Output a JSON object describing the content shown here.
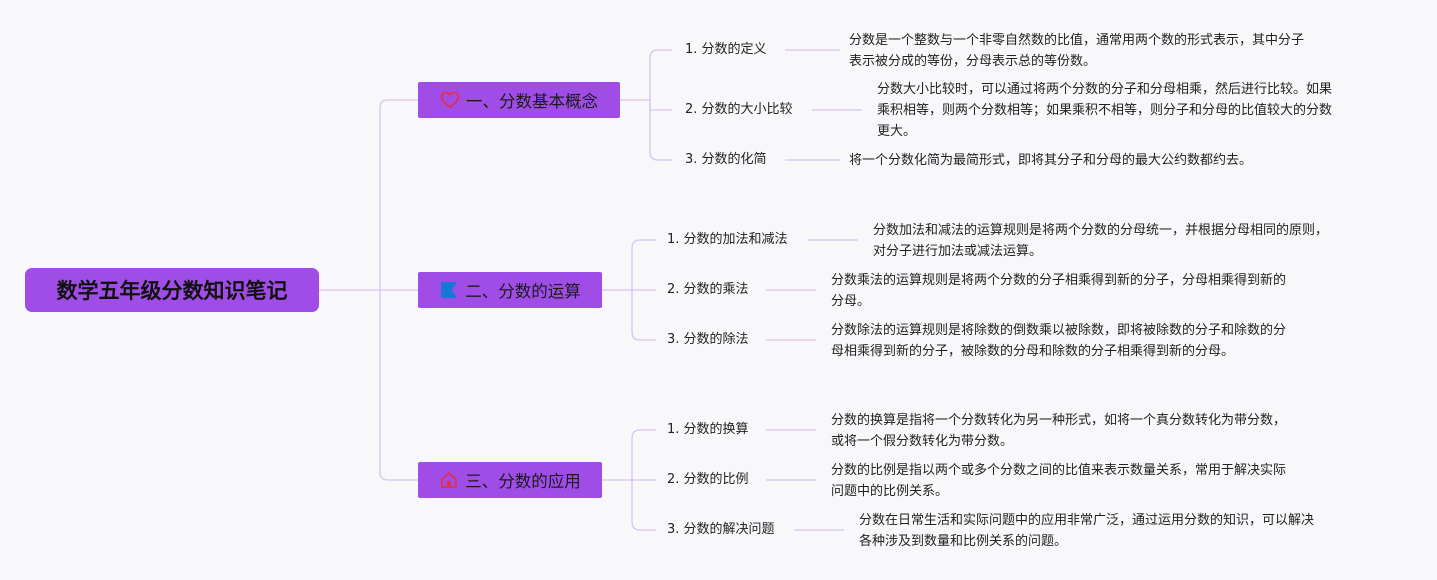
{
  "root": {
    "title": "数学五年级分数知识笔记"
  },
  "colors": {
    "node_fill": "#a04de8",
    "line": "#d7c4ef",
    "heart_icon": "#e0304a",
    "flag_icon": "#1778d8",
    "house_icon": "#e0304a"
  },
  "branches": [
    {
      "label": "一、分数基本概念",
      "icon": "heart-icon",
      "items": [
        {
          "label": "1. 分数的定义",
          "desc": "分数是一个整数与一个非零自然数的比值，通常用两个数的形式表示，其中分子\n表示被分成的等份，分母表示总的等份数。"
        },
        {
          "label": "2. 分数的大小比较",
          "desc": "分数大小比较时，可以通过将两个分数的分子和分母相乘，然后进行比较。如果\n乘积相等，则两个分数相等；如果乘积不相等，则分子和分母的比值较大的分数\n更大。"
        },
        {
          "label": "3. 分数的化简",
          "desc": "将一个分数化简为最简形式，即将其分子和分母的最大公约数都约去。"
        }
      ]
    },
    {
      "label": "二、分数的运算",
      "icon": "flag-icon",
      "items": [
        {
          "label": "1. 分数的加法和减法",
          "desc": "分数加法和减法的运算规则是将两个分数的分母统一，并根据分母相同的原则，\n对分子进行加法或减法运算。"
        },
        {
          "label": "2. 分数的乘法",
          "desc": "分数乘法的运算规则是将两个分数的分子相乘得到新的分子，分母相乘得到新的\n分母。"
        },
        {
          "label": "3. 分数的除法",
          "desc": "分数除法的运算规则是将除数的倒数乘以被除数，即将被除数的分子和除数的分\n母相乘得到新的分子，被除数的分母和除数的分子相乘得到新的分母。"
        }
      ]
    },
    {
      "label": "三、分数的应用",
      "icon": "house-icon",
      "items": [
        {
          "label": "1. 分数的换算",
          "desc": "分数的换算是指将一个分数转化为另一种形式，如将一个真分数转化为带分数，\n或将一个假分数转化为带分数。"
        },
        {
          "label": "2. 分数的比例",
          "desc": "分数的比例是指以两个或多个分数之间的比值来表示数量关系，常用于解决实际\n问题中的比例关系。"
        },
        {
          "label": "3. 分数的解决问题",
          "desc": "分数在日常生活和实际问题中的应用非常广泛，通过运用分数的知识，可以解决\n各种涉及到数量和比例关系的问题。"
        }
      ]
    }
  ]
}
